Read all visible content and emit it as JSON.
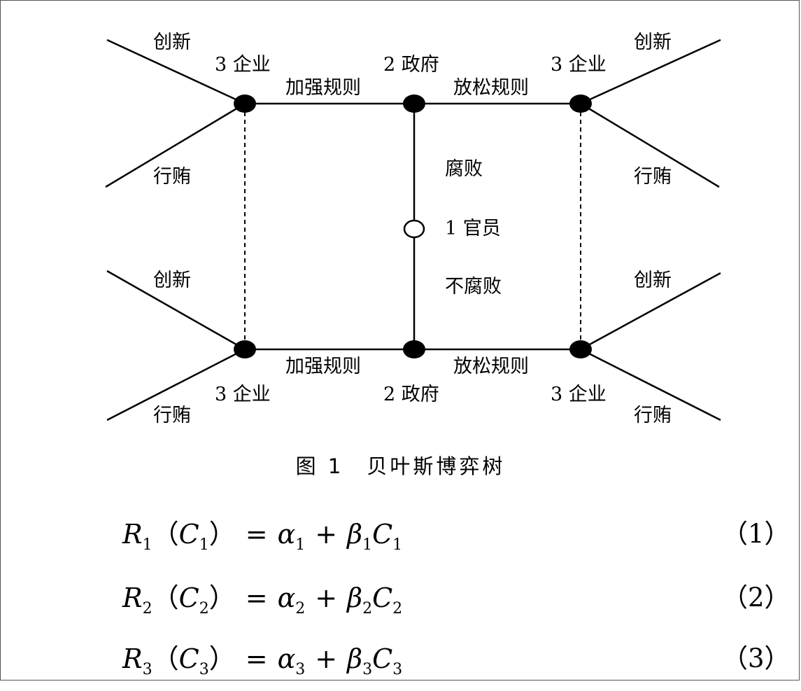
{
  "tree": {
    "top": {
      "left_player": "3 企业",
      "center_player": "2 政府",
      "right_player": "3 企业",
      "strengthen": "加强规则",
      "relax": "放松规则",
      "left_up": "创新",
      "left_down": "行贿",
      "right_up": "创新",
      "right_down": "行贿"
    },
    "middle": {
      "corrupt": "腐败",
      "official": "1 官员",
      "not_corrupt": "不腐败"
    },
    "bottom": {
      "left_player": "3 企业",
      "center_player": "2 政府",
      "right_player": "3 企业",
      "strengthen": "加强规则",
      "relax": "放松规则",
      "left_up": "创新",
      "left_down": "行贿",
      "right_up": "创新",
      "right_down": "行贿"
    }
  },
  "caption": "图 1　贝叶斯博弈树",
  "equations": [
    {
      "R": "R",
      "sub": "1",
      "C": "C",
      "alpha": "α",
      "beta": "β",
      "number": "（1）"
    },
    {
      "R": "R",
      "sub": "2",
      "C": "C",
      "alpha": "α",
      "beta": "β",
      "number": "（2）"
    },
    {
      "R": "R",
      "sub": "3",
      "C": "C",
      "alpha": "α",
      "beta": "β",
      "number": "（3）"
    }
  ],
  "symbols": {
    "open": "（",
    "close": "）",
    "equals": "=",
    "plus": "+"
  }
}
